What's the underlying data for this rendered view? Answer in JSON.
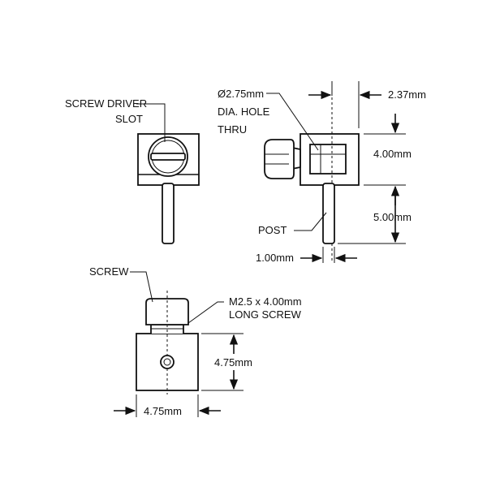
{
  "labels": {
    "screw_driver_slot_1": "SCREW DRIVER",
    "screw_driver_slot_2": "SLOT",
    "hole_1": "Ø2.75mm",
    "hole_2": "DIA. HOLE",
    "hole_3": "THRU",
    "post": "POST",
    "screw": "SCREW",
    "long_screw_1": "M2.5 x 4.00mm",
    "long_screw_2": "LONG SCREW"
  },
  "dimensions": {
    "offset_2_37": "2.37mm",
    "height_4_00": "4.00mm",
    "post_5_00": "5.00mm",
    "post_width_1_00": "1.00mm",
    "block_height_4_75": "4.75mm",
    "block_width_4_75": "4.75mm"
  },
  "colors": {
    "line": "#111111",
    "background": "#ffffff",
    "shade": "#d9d9d9"
  }
}
